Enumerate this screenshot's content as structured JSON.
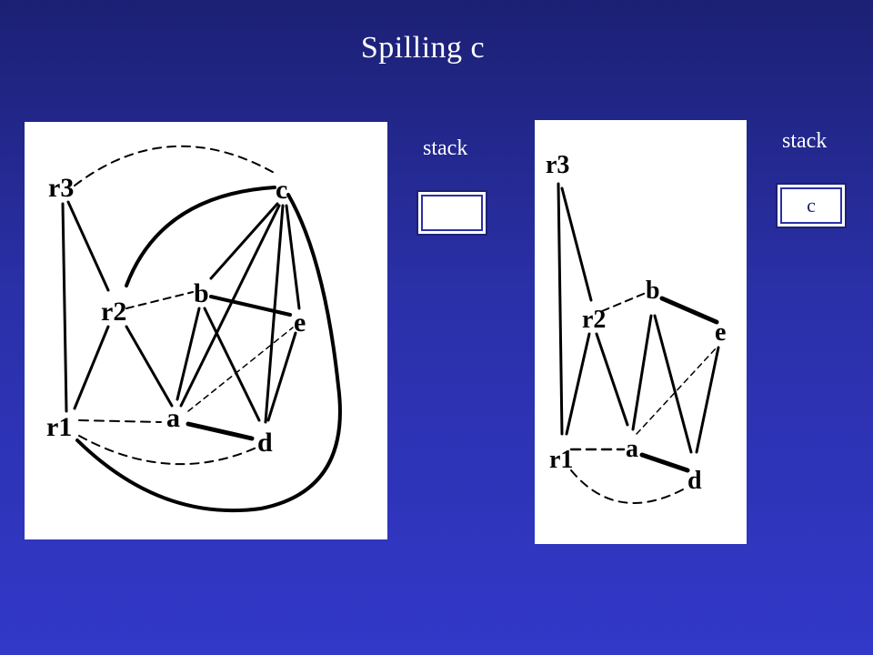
{
  "title": "Spilling c",
  "stack_left": {
    "label": "stack",
    "contents": ""
  },
  "stack_right": {
    "label": "stack",
    "contents": "c"
  },
  "graph_left": {
    "nodes": [
      "r3",
      "c",
      "r2",
      "b",
      "e",
      "r1",
      "a",
      "d"
    ]
  },
  "graph_right": {
    "nodes": [
      "r3",
      "r2",
      "b",
      "e",
      "r1",
      "a",
      "d"
    ]
  }
}
